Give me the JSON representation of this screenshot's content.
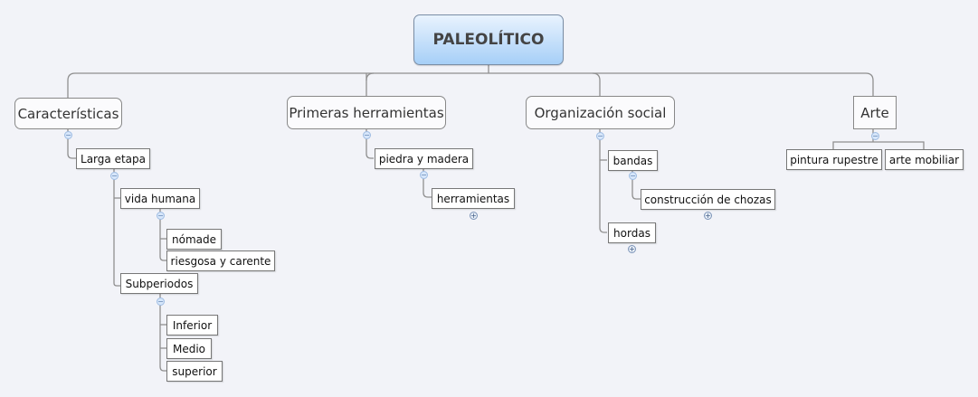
{
  "root": {
    "label": "PALEOLÍTICO"
  },
  "branches": [
    {
      "label": "Características",
      "children": [
        {
          "label": "Larga etapa",
          "children": [
            {
              "label": "vida humana",
              "children": [
                {
                  "label": "nómade"
                },
                {
                  "label": "riesgosa y carente"
                }
              ]
            },
            {
              "label": "Subperiodos",
              "children": [
                {
                  "label": "Inferior"
                },
                {
                  "label": "Medio"
                },
                {
                  "label": "superior"
                }
              ]
            }
          ]
        }
      ]
    },
    {
      "label": "Primeras herramientas",
      "children": [
        {
          "label": "piedra y madera",
          "children": [
            {
              "label": "herramientas",
              "collapsed": true
            }
          ]
        }
      ]
    },
    {
      "label": "Organización social",
      "children": [
        {
          "label": "bandas",
          "children": [
            {
              "label": "construcción de chozas",
              "collapsed": true
            }
          ]
        },
        {
          "label": "hordas",
          "collapsed": true
        }
      ]
    },
    {
      "label": "Arte",
      "children": [
        {
          "label": "pintura rupestre"
        },
        {
          "label": "arte mobiliar"
        }
      ]
    }
  ],
  "icons": {
    "collapse": "−",
    "expand": "+"
  },
  "colors": {
    "background": "#f2f3f8",
    "root_gradient_top": "#e9f3fe",
    "root_gradient_bottom": "#a6cff7",
    "connector": "#8a8a8a"
  }
}
